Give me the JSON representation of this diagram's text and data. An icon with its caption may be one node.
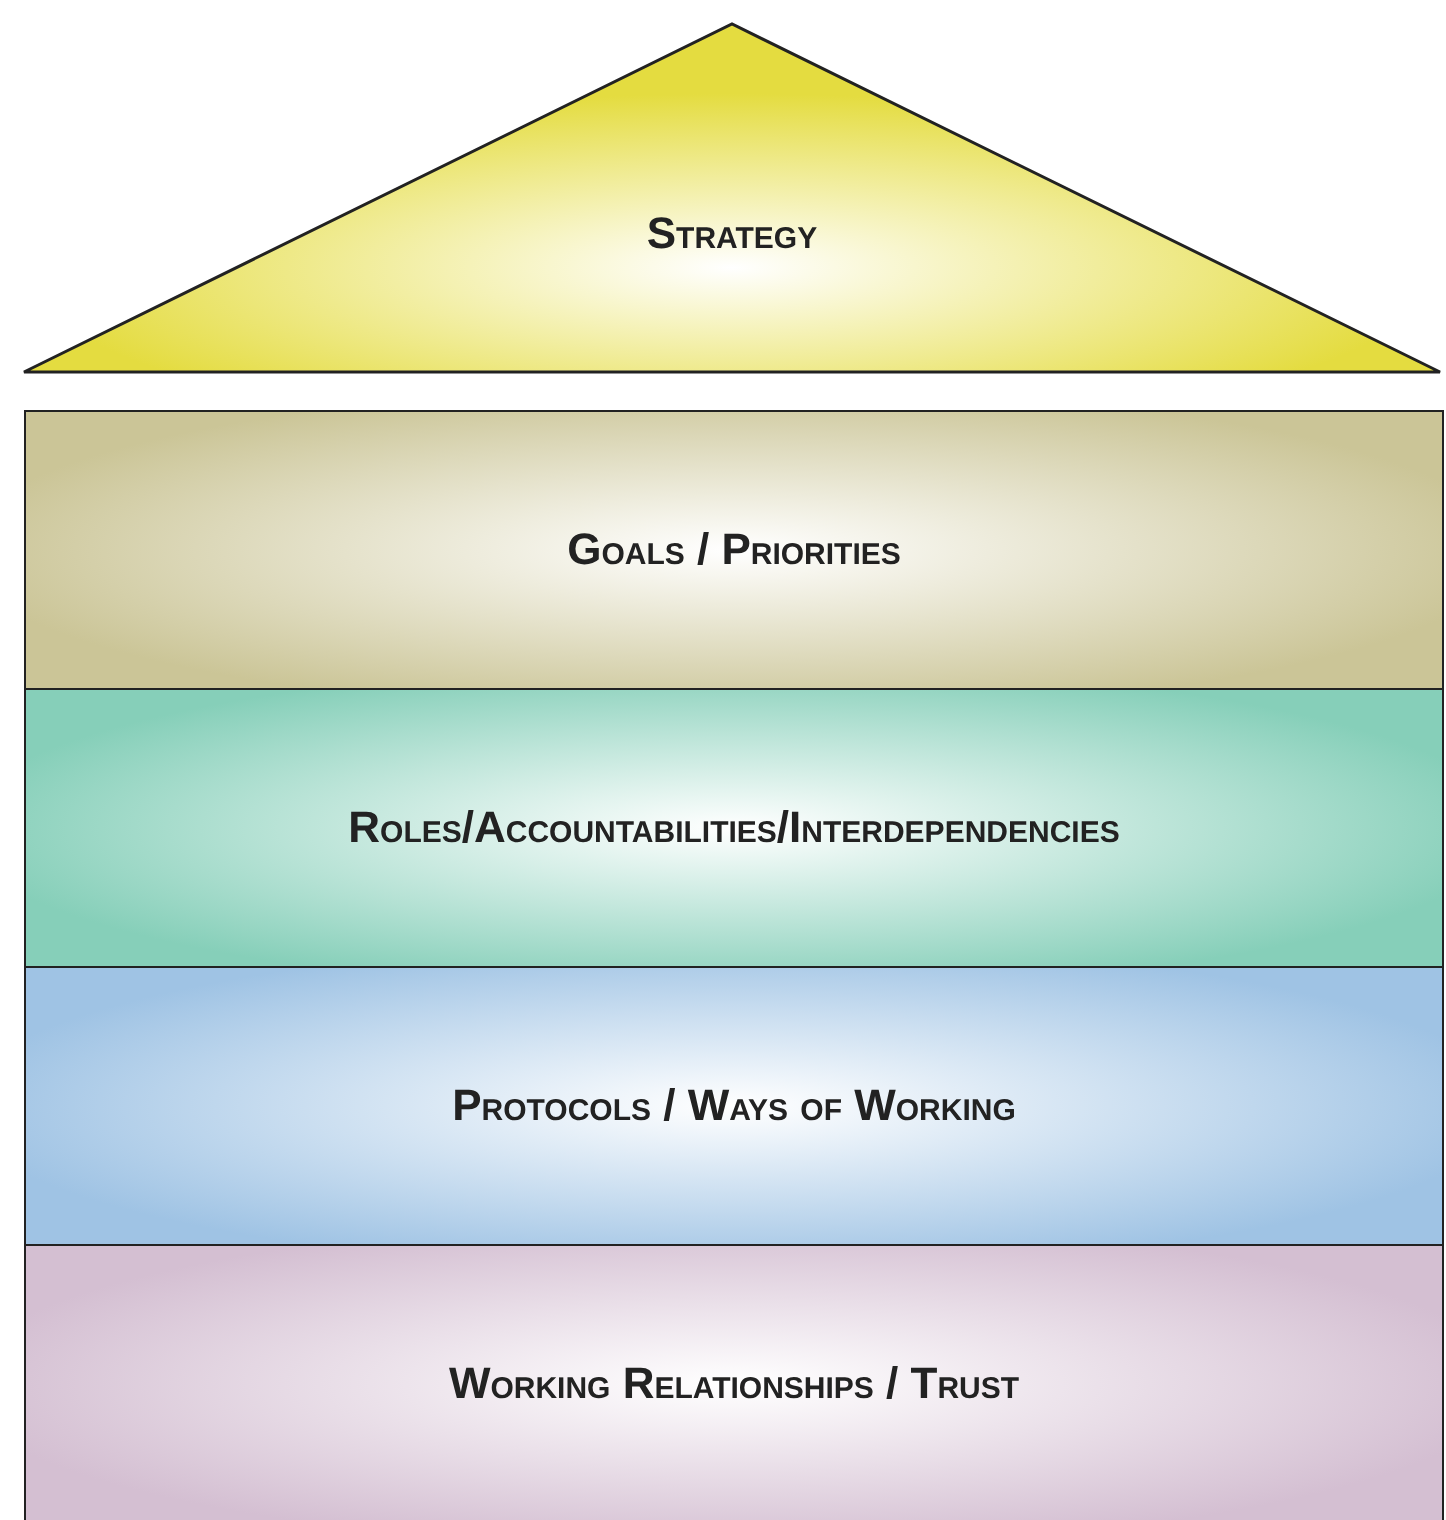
{
  "diagram": {
    "nodes": [
      {
        "text": [
          "Strategy"
        ]
      },
      {
        "text": [
          "Goals / Priorities"
        ]
      },
      {
        "text": [
          "Roles/Accountabilities/Interdependencies"
        ]
      },
      {
        "text": [
          "Protocols / Ways of Working"
        ]
      },
      {
        "text": [
          "Working Relationships / Trust"
        ]
      }
    ]
  }
}
